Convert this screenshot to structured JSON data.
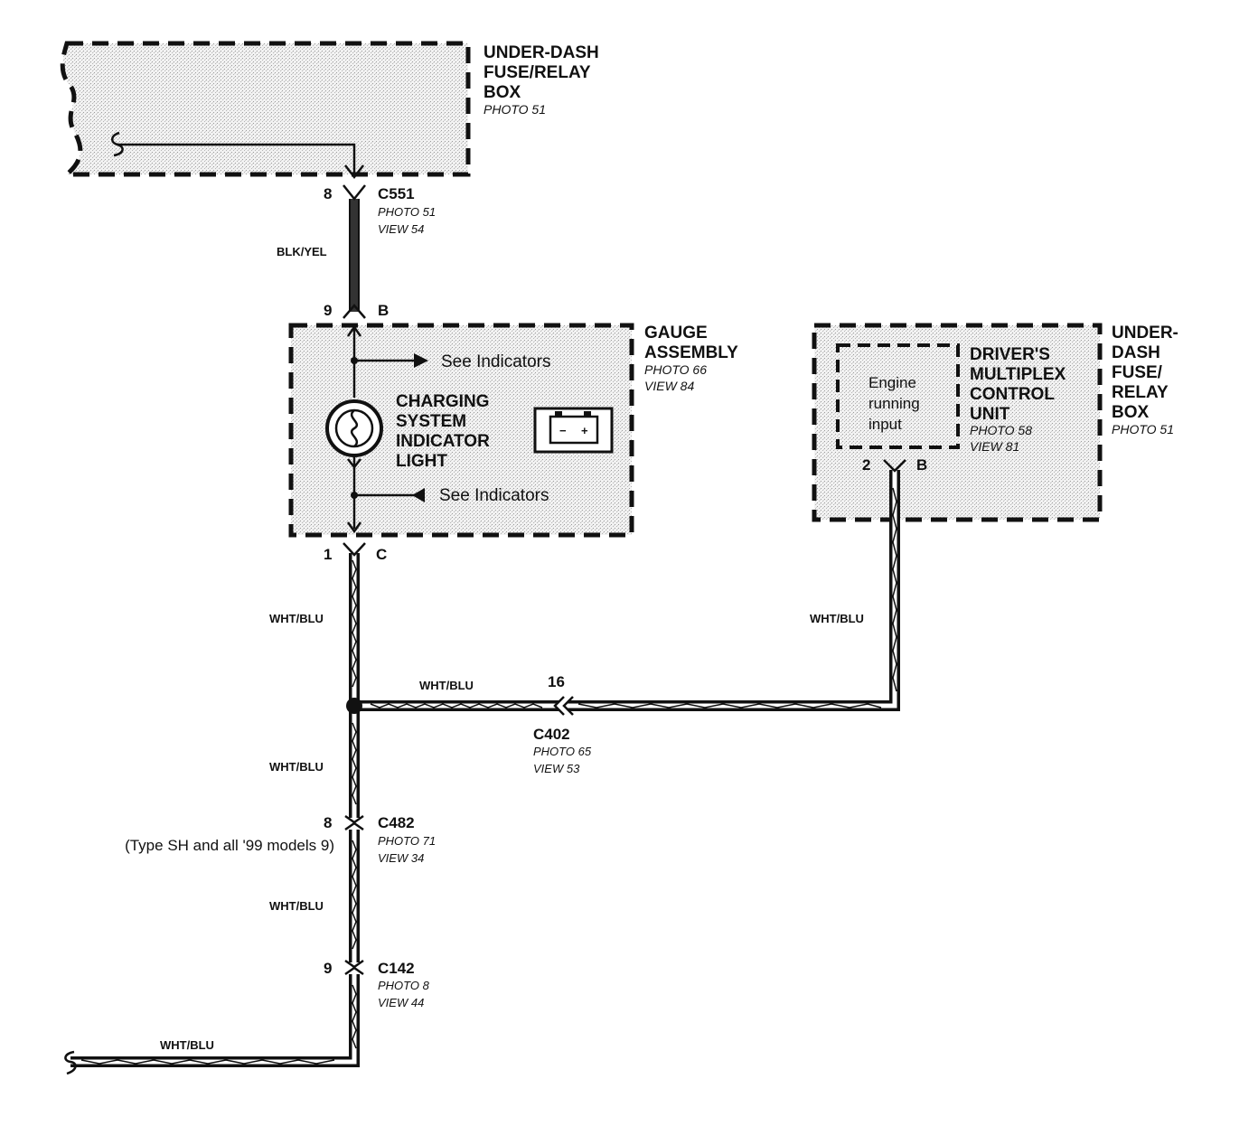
{
  "underdash_left": {
    "lines": [
      "UNDER-DASH",
      "FUSE/RELAY",
      "BOX"
    ],
    "photo": "PHOTO 51"
  },
  "c551": {
    "pin_top": "8",
    "name": "C551",
    "photo": "PHOTO 51",
    "view": "VIEW 54",
    "wire": "BLK/YEL",
    "pin_bottom": "9",
    "letter": "B"
  },
  "gauge": {
    "lines": [
      "GAUGE",
      "ASSEMBLY"
    ],
    "photo": "PHOTO 66",
    "view": "VIEW 84",
    "see_top": "See Indicators",
    "see_bottom": "See Indicators",
    "light_lines": [
      "CHARGING",
      "SYSTEM",
      "INDICATOR",
      "LIGHT"
    ],
    "battery_minus": "−",
    "battery_plus": "+",
    "pin_out": "1",
    "letter_out": "C"
  },
  "driver_unit": {
    "inner_lines": [
      "Engine",
      "running",
      "input"
    ],
    "lines": [
      "DRIVER'S",
      "MULTIPLEX",
      "CONTROL",
      "UNIT"
    ],
    "photo": "PHOTO 58",
    "view": "VIEW 81",
    "pin": "2",
    "letter": "B"
  },
  "underdash_right": {
    "lines": [
      "UNDER-",
      "DASH",
      "FUSE/",
      "RELAY",
      "BOX"
    ],
    "photo": "PHOTO 51"
  },
  "wires": {
    "w1": "WHT/BLU",
    "w2": "WHT/BLU",
    "w3": "WHT/BLU",
    "w4": "WHT/BLU",
    "w5": "WHT/BLU",
    "w6": "WHT/BLU"
  },
  "c402": {
    "pin": "16",
    "name": "C402",
    "photo": "PHOTO 65",
    "view": "VIEW 53"
  },
  "c482": {
    "pin": "8",
    "note": "(Type SH and all '99 models 9)",
    "name": "C482",
    "photo": "PHOTO 71",
    "view": "VIEW 34"
  },
  "c142": {
    "pin": "9",
    "name": "C142",
    "photo": "PHOTO 8",
    "view": "VIEW 44"
  }
}
